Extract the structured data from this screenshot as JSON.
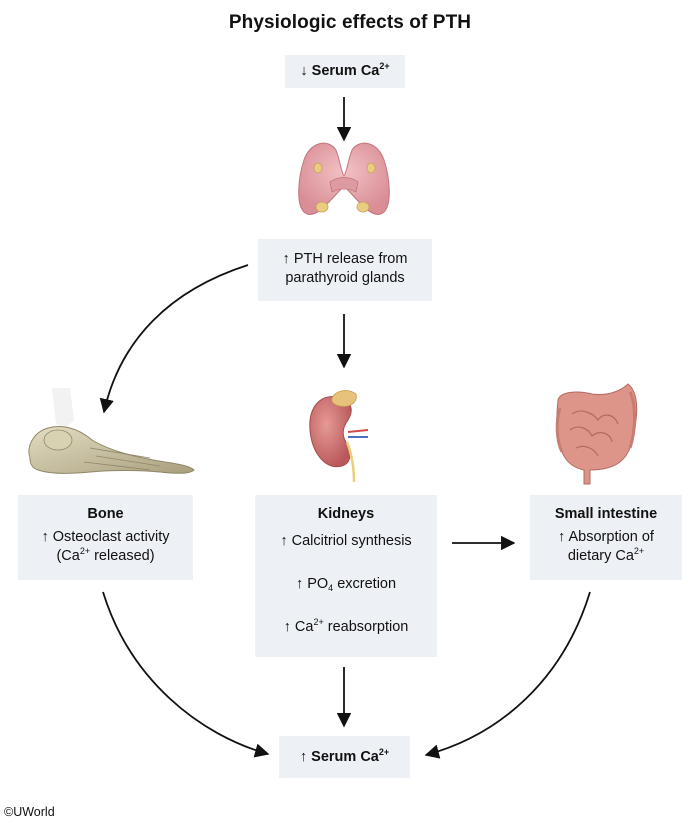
{
  "title": "Physiologic effects of PTH",
  "trigger": {
    "arrow": "↓",
    "text": "Serum Ca",
    "sup": "2+"
  },
  "pth_box": {
    "line1": "↑ PTH release from",
    "line2": "parathyroid glands"
  },
  "bone": {
    "heading": "Bone",
    "line1": "↑ Osteoclast activity",
    "line2_pre": "(Ca",
    "line2_sup": "2+",
    "line2_post": " released)"
  },
  "kidneys": {
    "heading": "Kidneys",
    "item1": "↑ Calcitriol synthesis",
    "item2_pre": "↑ PO",
    "item2_sub": "4",
    "item2_post": " excretion",
    "item3_pre": "↑ Ca",
    "item3_sup": "2+",
    "item3_post": " reabsorption"
  },
  "intestine": {
    "heading": "Small intestine",
    "line1": "↑ Absorption of",
    "line2_pre": "dietary Ca",
    "line2_sup": "2+"
  },
  "result": {
    "arrow": "↑",
    "text": "Serum Ca",
    "sup": "2+"
  },
  "copyright": "©UWorld",
  "colors": {
    "box_fill": "#edf1f5",
    "arrow": "#111111",
    "thyroid": "#e6a6ad",
    "parathyroid": "#e9c77a",
    "kidney": "#c8666a",
    "bone": "#cfc7a6",
    "intestine": "#d98a7e"
  },
  "icons": [
    "parathyroid-gland-icon",
    "foot-bone-icon",
    "kidney-icon",
    "intestine-icon"
  ]
}
